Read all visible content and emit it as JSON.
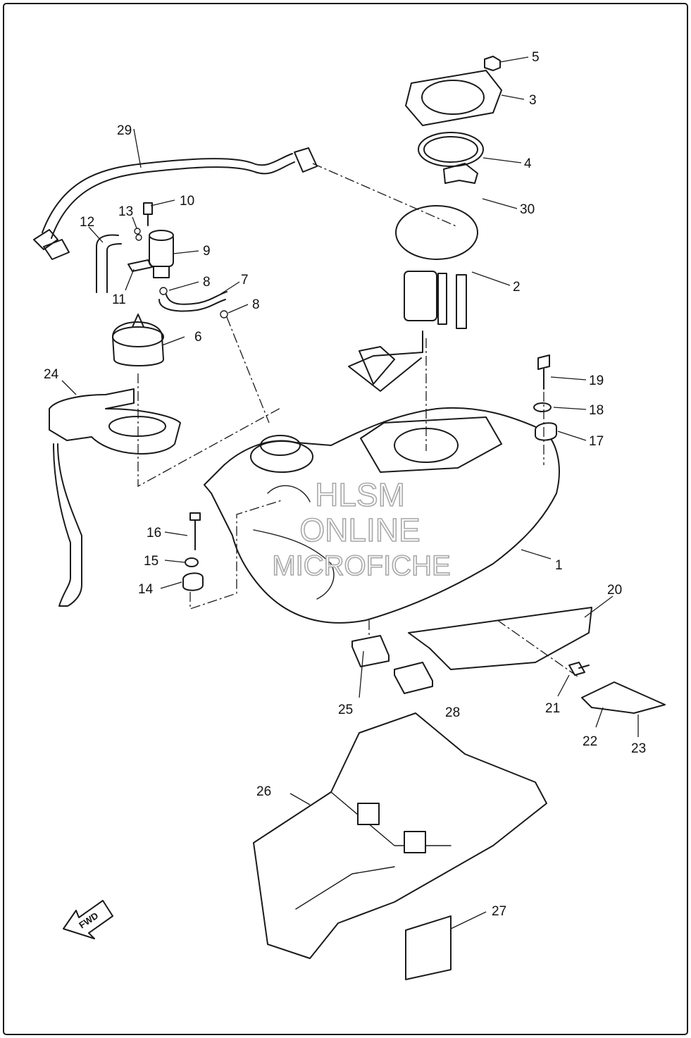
{
  "callouts": {
    "c1": "1",
    "c2": "2",
    "c3": "3",
    "c4": "4",
    "c5": "5",
    "c6": "6",
    "c7": "7",
    "c8a": "8",
    "c8b": "8",
    "c9": "9",
    "c10": "10",
    "c11": "11",
    "c12": "12",
    "c13": "13",
    "c14": "14",
    "c15": "15",
    "c16": "16",
    "c17": "17",
    "c18": "18",
    "c19": "19",
    "c20": "20",
    "c21": "21",
    "c22": "22",
    "c23": "23",
    "c24": "24",
    "c25": "25",
    "c26": "26",
    "c27": "27",
    "c28": "28",
    "c29": "29",
    "c30": "30"
  },
  "direction_label": "FWD",
  "watermark": {
    "line1": "HLSM",
    "line2": "ONLINE",
    "line3": "MICROFICHE"
  },
  "colors": {
    "line": "#1a1a1a",
    "watermark_outline": "#a8a8a8",
    "background": "#ffffff"
  }
}
